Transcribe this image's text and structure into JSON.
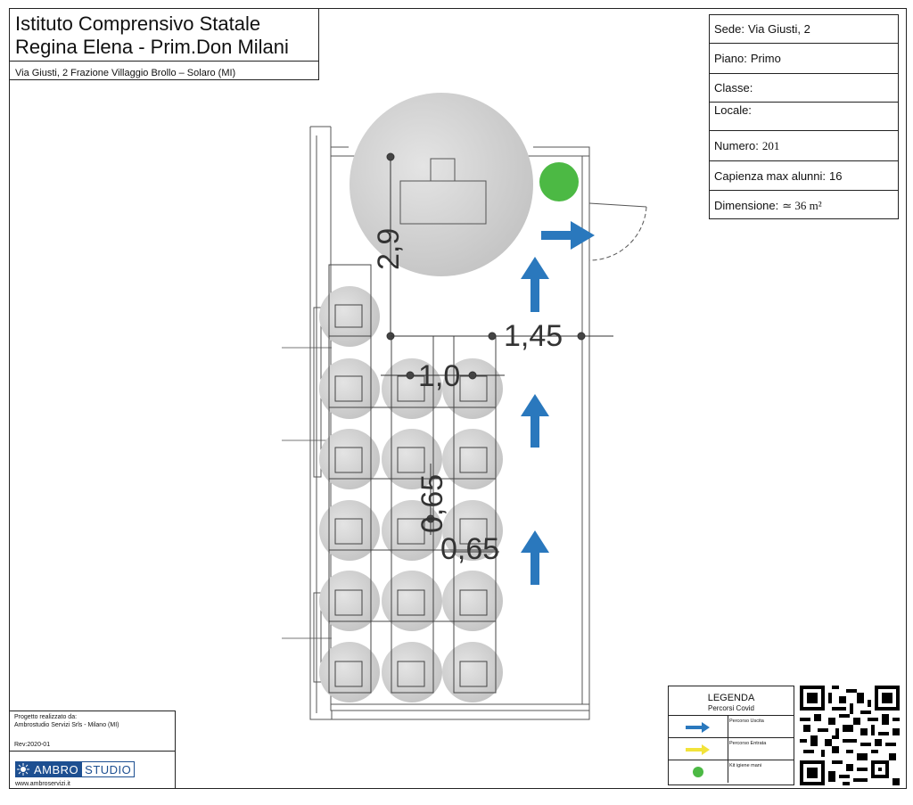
{
  "title": {
    "line1": "Istituto Comprensivo Statale",
    "line2": "Regina Elena - Prim.Don Milani",
    "address": "Via Giusti, 2 Frazione Villaggio Brollo – Solaro (MI)"
  },
  "info": {
    "sede": {
      "label": "Sede:",
      "value": "Via Giusti, 2"
    },
    "piano": {
      "label": "Piano:",
      "value": "Primo"
    },
    "classe": {
      "label": "Classe:",
      "value": ""
    },
    "locale": {
      "label": "Locale:",
      "value": ""
    },
    "numero": {
      "label": "Numero:",
      "value": "201"
    },
    "capienza": {
      "label": "Capienza max alunni:",
      "value": "16"
    },
    "dimensione": {
      "label": "Dimensione:",
      "value": "≃ 36 m²"
    }
  },
  "dimensions": {
    "teacher_height": "2,9",
    "aisle_width": "1,45",
    "desk_gap": "1,0",
    "desk_depth": "0,65",
    "desk_width": "0,65"
  },
  "credits": {
    "line1": "Progetto realizzato da:",
    "line2": "Ambrostudio Servizi Srls - Milano (MI)",
    "rev": "Rev:2020-01",
    "logo_a": "AMBRO",
    "logo_b": "STUDIO",
    "web": "www.ambroservizi.it"
  },
  "legend": {
    "title": "LEGENDA",
    "subtitle": "Percorsi Covid",
    "items": [
      {
        "label": "Percorso Uscita",
        "icon": "blue-arrow-icon"
      },
      {
        "label": "Percorso Entrata",
        "icon": "yellow-arrow-icon"
      },
      {
        "label": "Kit igiene mani",
        "icon": "green-dot-icon"
      }
    ]
  },
  "colors": {
    "exit_arrow": "#2a78bd",
    "entry_arrow": "#f2e33a",
    "hygiene_kit": "#4cb944",
    "distance_circle": "#cfcfcf"
  }
}
